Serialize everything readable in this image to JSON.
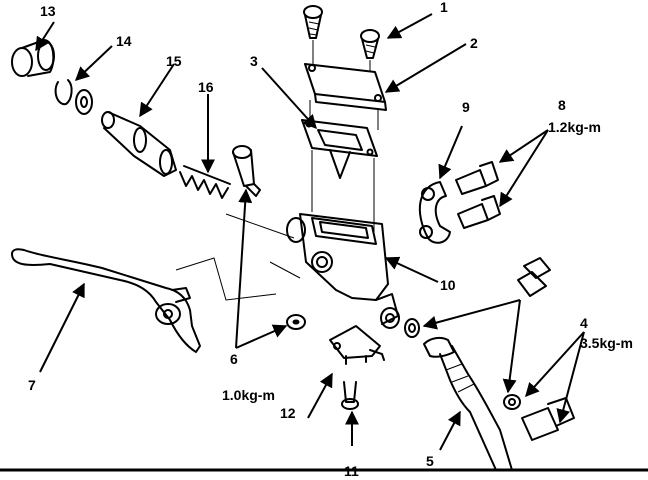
{
  "labels": {
    "l1": "1",
    "l2": "2",
    "l3": "3",
    "l4": "4",
    "l5": "5",
    "l6": "6",
    "l7": "7",
    "l8": "8",
    "l9": "9",
    "l10": "10",
    "l11": "11",
    "l12": "12",
    "l13": "13",
    "l14": "14",
    "l15": "15",
    "l16": "16"
  },
  "torque": {
    "t8": "1.2kg-m",
    "t4": "3.5kg-m",
    "t6": "1.0kg-m"
  }
}
